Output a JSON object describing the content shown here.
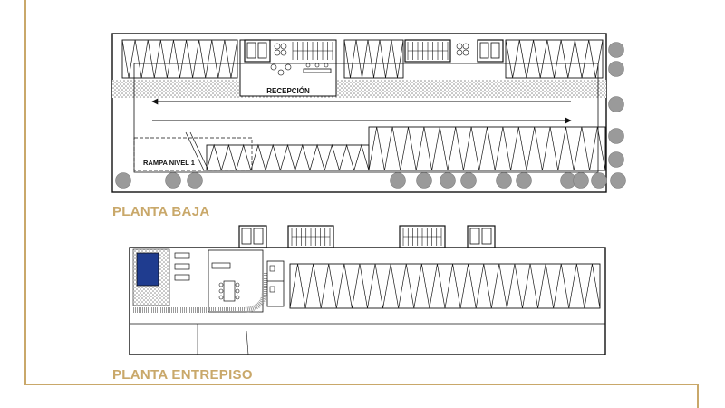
{
  "labels": {
    "reception": "RECEPCIÓN",
    "ramp": "RAMPA NIVEL 1"
  },
  "titles": {
    "ground_floor": "PLANTA BAJA",
    "mezzanine": "PLANTA ENTREPISO"
  },
  "colors": {
    "title": "#c9a86a",
    "frame": "#c9a86a",
    "line": "#111111",
    "pool": "#1f3c8f",
    "tree": "#9a9a9a",
    "hatch": "#bdbdbd"
  }
}
